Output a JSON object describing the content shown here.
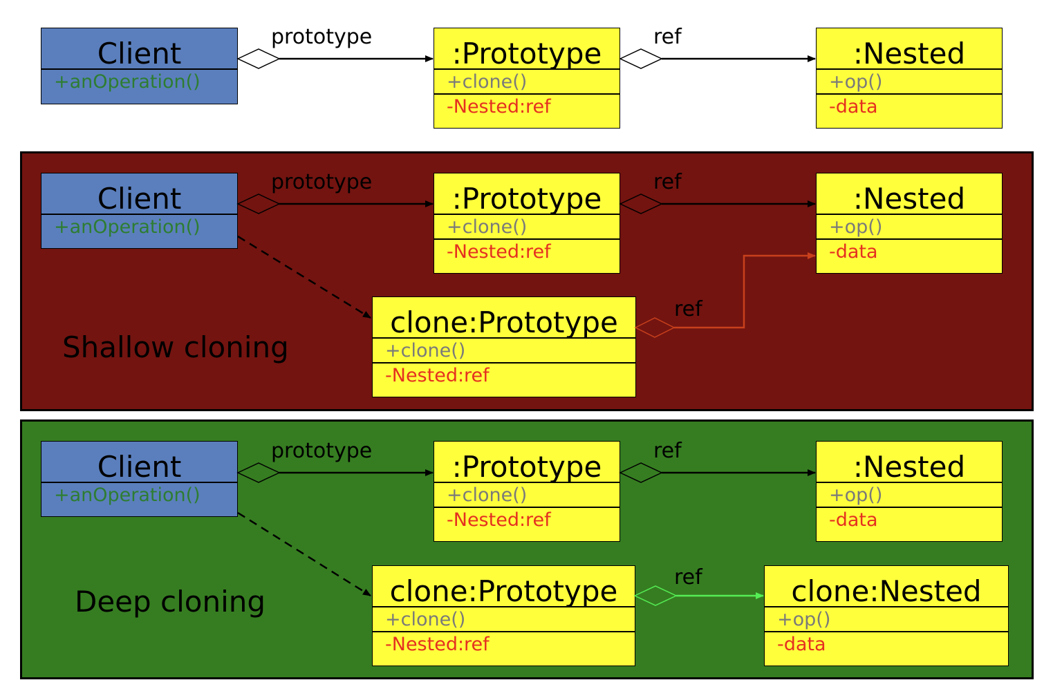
{
  "labels": {
    "prototype": "prototype",
    "ref": "ref"
  },
  "client": {
    "title": "Client",
    "operation": "+anOperation()"
  },
  "prototype": {
    "title": ":Prototype",
    "operation": "+clone()",
    "attribute": "-Nested:ref"
  },
  "nested": {
    "title": ":Nested",
    "operation": "+op()",
    "attribute": "-data"
  },
  "clone_prototype": {
    "title": "clone:Prototype",
    "operation": "+clone()",
    "attribute": "-Nested:ref"
  },
  "clone_nested": {
    "title": "clone:Nested",
    "operation": "+op()",
    "attribute": "-data"
  },
  "panels": {
    "shallow": {
      "label": "Shallow cloning",
      "background": "#731410",
      "ref_link_color": "#c8401c"
    },
    "deep": {
      "label": "Deep cloning",
      "background": "#367d21",
      "ref_link_color": "#55ee55"
    }
  },
  "colors": {
    "client": "#5b7fbd",
    "object": "#ffff3c",
    "operation_client": "#2e7d32",
    "operation": "#7a7a7a",
    "attribute": "#e53020"
  }
}
